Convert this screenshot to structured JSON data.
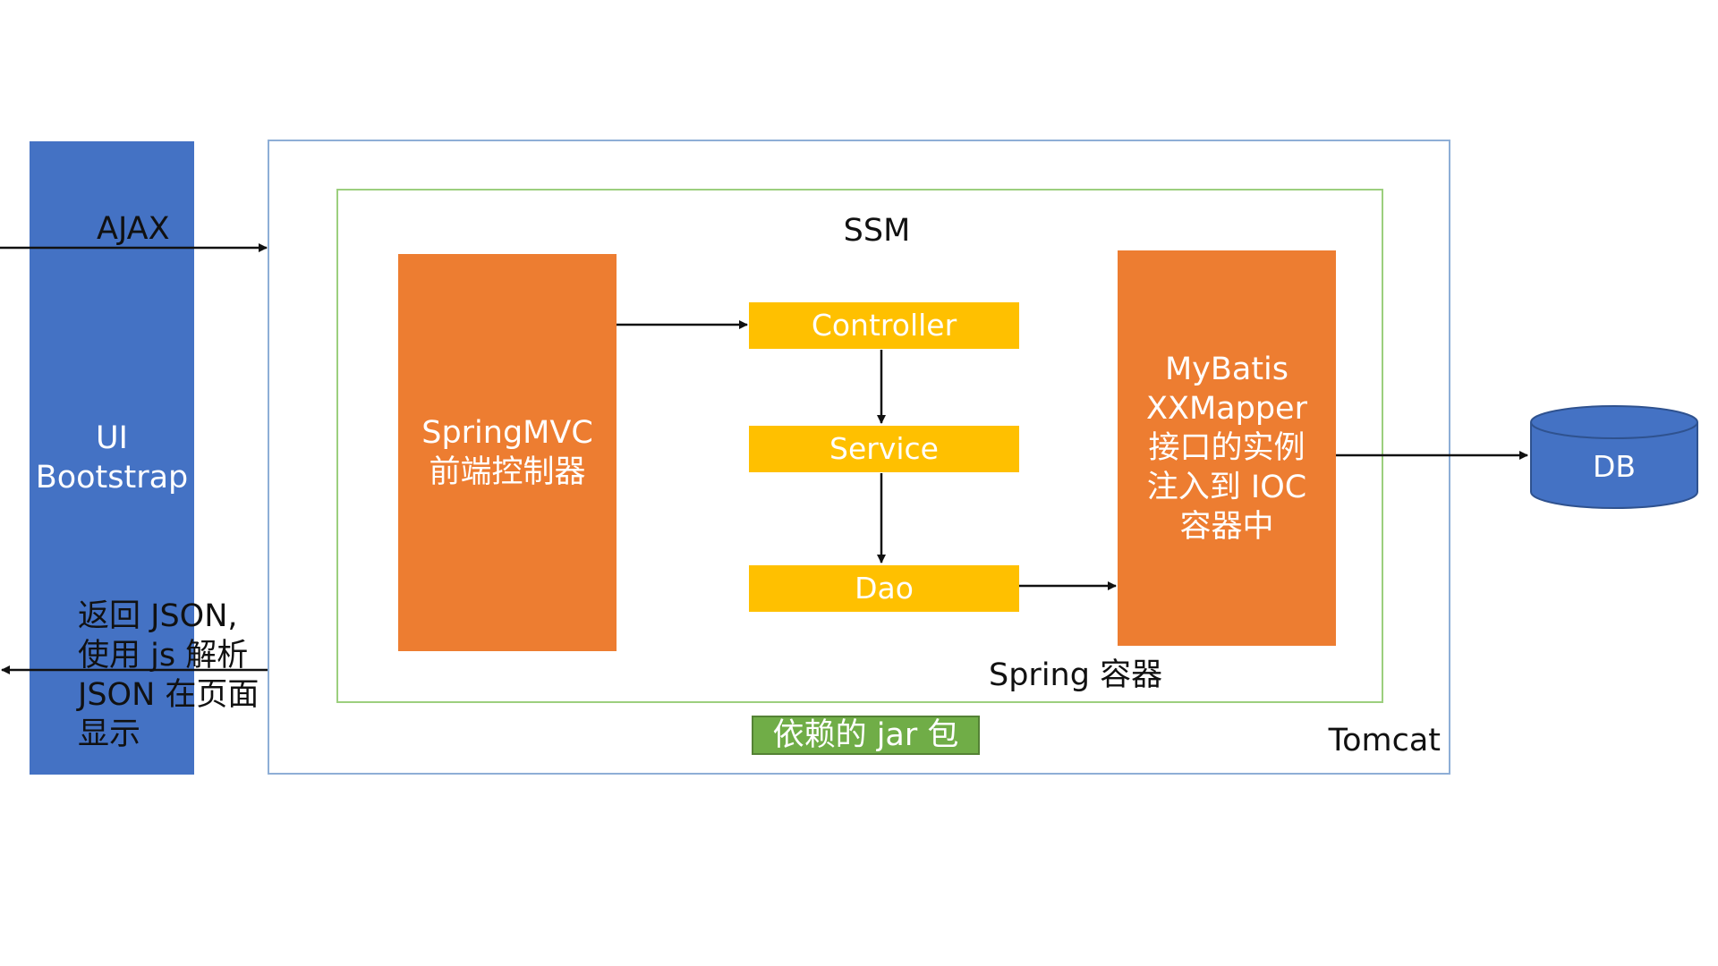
{
  "diagram": {
    "ui_column": {
      "text": "UI\nBootstrap",
      "color": "#4472c4"
    },
    "ajax_label": "AJAX",
    "return_label": "返回 JSON,\n使用 js 解析\nJSON 在页面\n显示",
    "tomcat": {
      "label": "Tomcat",
      "border_color": "#8eaed6"
    },
    "spring_container": {
      "ssm_label": "SSM",
      "label": "Spring 容器",
      "border_color": "#9ccf7e"
    },
    "springmvc": {
      "text": "SpringMVC\n前端控制器",
      "color": "#ed7d31"
    },
    "layers": {
      "controller": "Controller",
      "service": "Service",
      "dao": "Dao",
      "color": "#ffc000"
    },
    "mybatis": {
      "text": "MyBatis\nXXMapper\n接口的实例\n注入到 IOC\n容器中",
      "color": "#ed7d31"
    },
    "jar": {
      "text": "依赖的 jar 包",
      "color": "#70ad47"
    },
    "db": {
      "label": "DB",
      "color": "#4472c4"
    }
  }
}
